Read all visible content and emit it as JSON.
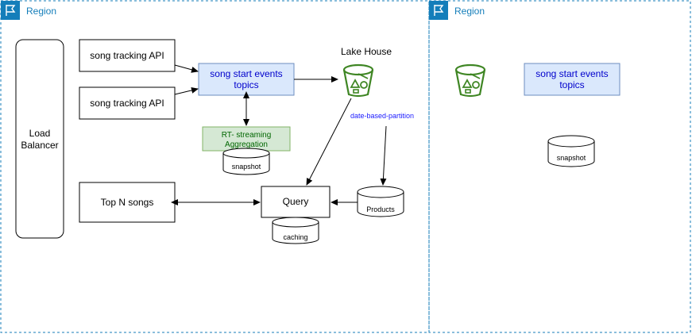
{
  "colors": {
    "region_border": "#147EBA",
    "region_text": "#147EBA",
    "topic_fill": "#DAE8FC",
    "topic_stroke": "#6C8EBF",
    "topic_text": "#0000CC",
    "agg_fill": "#D5E8D4",
    "agg_stroke": "#82B366",
    "agg_text": "#006600",
    "bucket_green": "#3F8624",
    "partition_text": "#1A1AFF"
  },
  "regions": [
    {
      "label": "Region",
      "icon": "flag-icon"
    },
    {
      "label": "Region",
      "icon": "flag-icon"
    }
  ],
  "nodes": {
    "load_balancer": [
      "Load",
      "Balancer"
    ],
    "api_1": "song tracking API",
    "api_2": "song tracking API",
    "topics_left": [
      "song start events",
      "topics"
    ],
    "topics_right": [
      "song start events",
      "topics"
    ],
    "lake_house": "Lake House",
    "rt_aggregation": [
      "RT- streaming",
      "Aggregation"
    ],
    "snapshot_left": "snapshot",
    "snapshot_right": "snapshot",
    "date_partition": "date-based-partition",
    "top_n": "Top N songs",
    "query": "Query",
    "products": "Products",
    "caching": "caching"
  },
  "icons": {
    "lake_bucket": "s3-bucket-icon",
    "right_bucket": "s3-bucket-icon"
  }
}
